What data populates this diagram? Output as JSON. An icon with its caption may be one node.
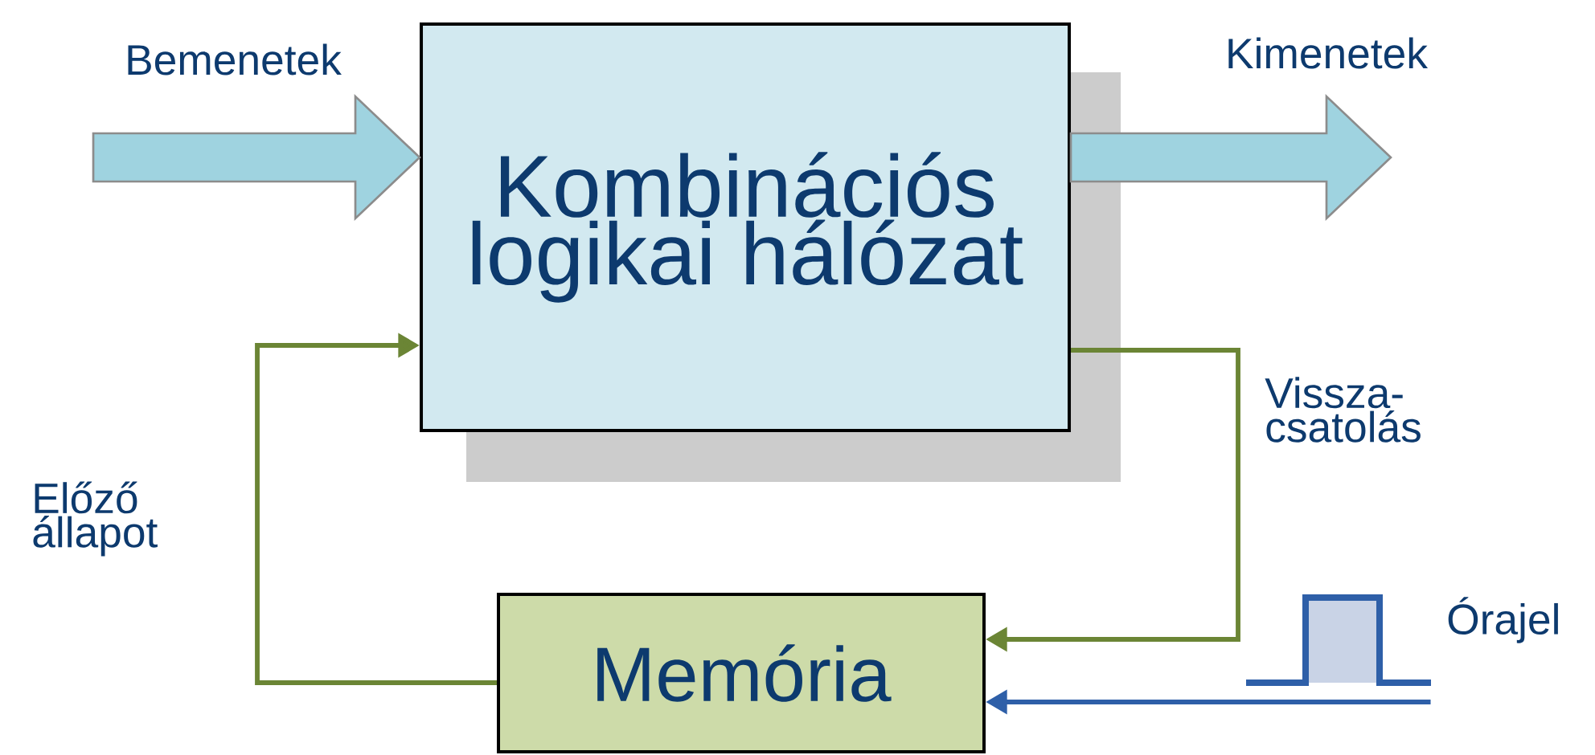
{
  "diagram": {
    "nodes": [
      {
        "text": [
          "Kombinációs logikai hálózat"
        ]
      },
      {
        "text": [
          "Memória"
        ]
      },
      {
        "text": [],
        "shape": "pulse",
        "beside": [
          "Órajel"
        ]
      }
    ],
    "edges": [
      {
        "from": null,
        "to": 0,
        "arrow": "to",
        "label": "Bemenetek",
        "style": "thick",
        "color": "#9fd3e0"
      },
      {
        "from": 0,
        "to": null,
        "arrow": "to",
        "label": "Kimenetek",
        "style": "thick",
        "color": "#9fd3e0"
      },
      {
        "from": 0,
        "to": 1,
        "arrow": "to",
        "label": "Vissza- csatolás",
        "color": "#6b8535"
      },
      {
        "from": 1,
        "to": 0,
        "arrow": "to",
        "label": "Előző állapot",
        "color": "#6b8535"
      },
      {
        "from": 2,
        "to": 1,
        "arrow": "to",
        "color": "#2e5fa8"
      }
    ]
  }
}
